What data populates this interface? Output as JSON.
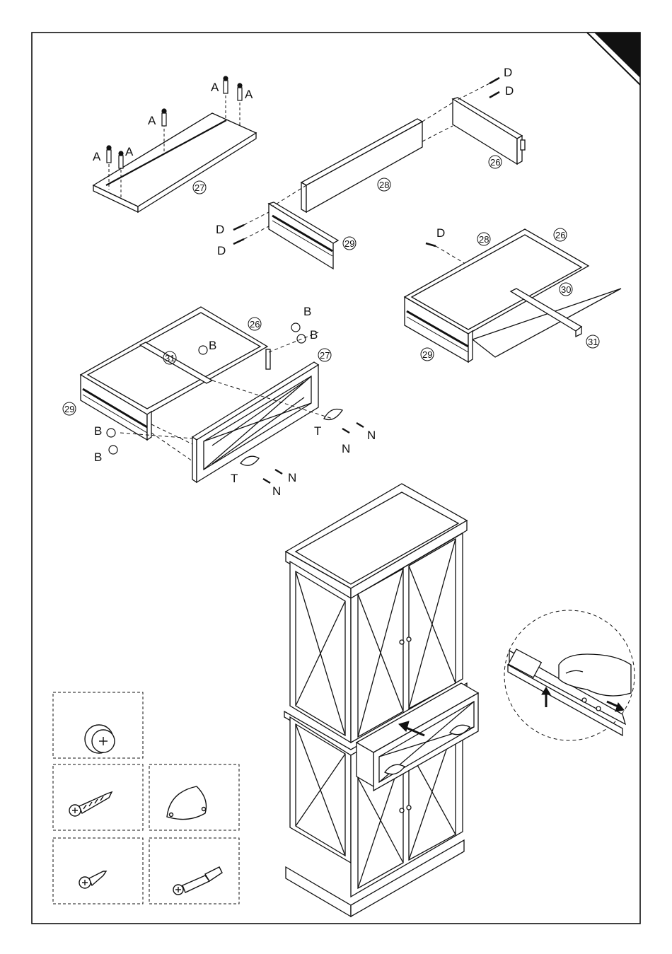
{
  "labels": {
    "A": "A",
    "B": "B",
    "D": "D",
    "N": "N",
    "T": "T"
  },
  "parts": {
    "p26": "26",
    "p27": "27",
    "p28": "28",
    "p29": "29",
    "p30": "30",
    "p31": "31"
  },
  "hardware_icons": [
    "cam-lock-nut-icon",
    "long-screw-icon",
    "cup-handle-icon",
    "short-screw-icon",
    "cam-dowel-bolt-icon"
  ]
}
